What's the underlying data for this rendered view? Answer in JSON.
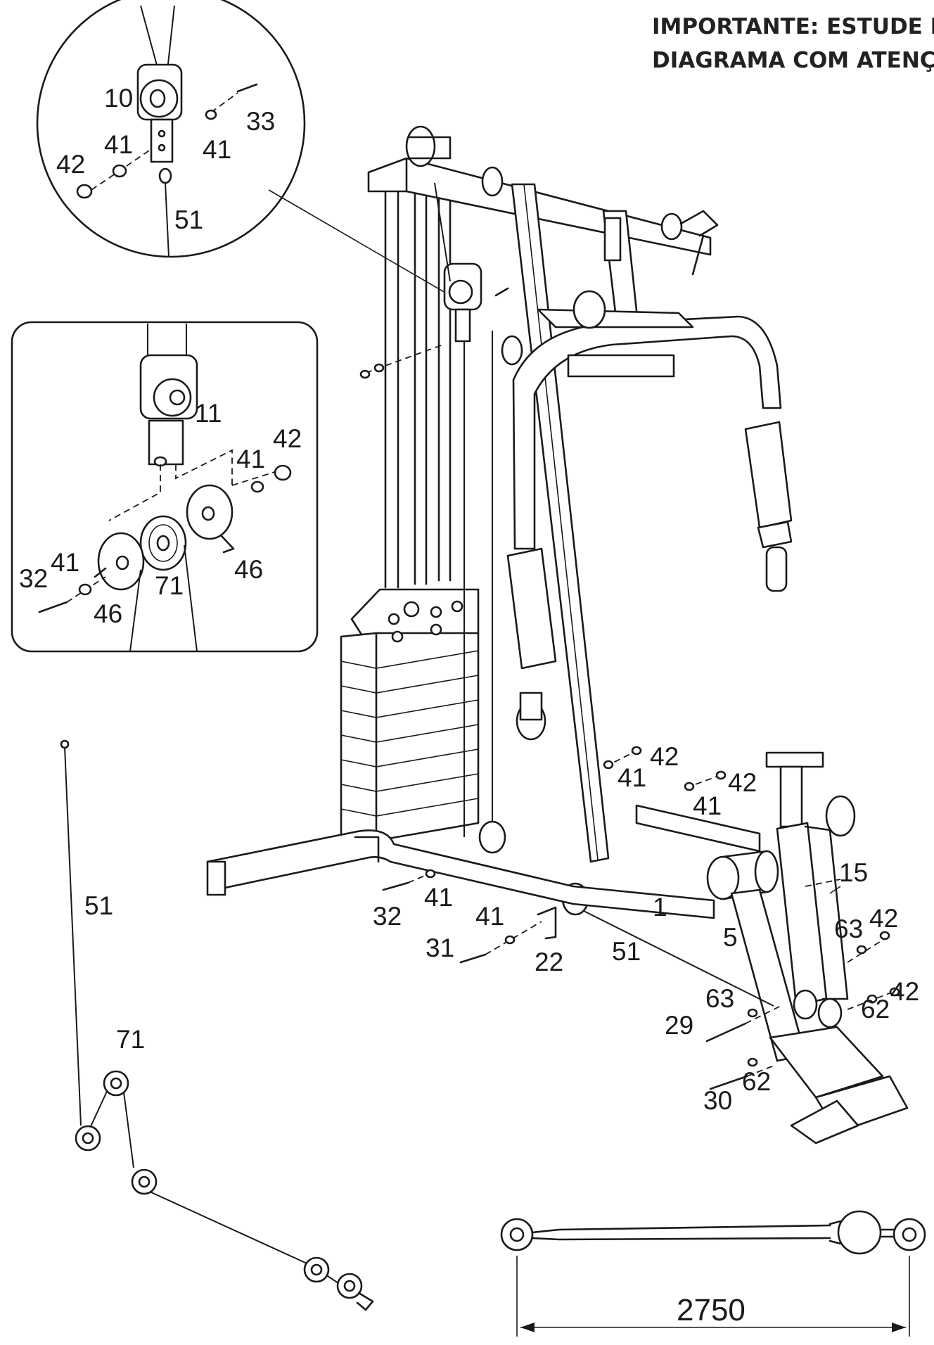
{
  "warning": {
    "line1": "IMPORTANTE: ESTUDE E S",
    "line2": "DIAGRAMA COM ATENÇÃ"
  },
  "parts": {
    "top_detail": [
      "10",
      "33",
      "41",
      "42",
      "41",
      "51"
    ],
    "mid_detail": [
      "11",
      "42",
      "41",
      "46",
      "32",
      "41",
      "71",
      "46"
    ],
    "left_cable": [
      "51",
      "71"
    ],
    "right_side": [
      "42",
      "41",
      "42",
      "41",
      "15",
      "1",
      "63",
      "42",
      "5",
      "63",
      "42",
      "62",
      "29",
      "62",
      "30"
    ],
    "base": [
      "32",
      "41",
      "41",
      "31",
      "22",
      "51"
    ]
  },
  "dimension": {
    "value": "2750"
  }
}
